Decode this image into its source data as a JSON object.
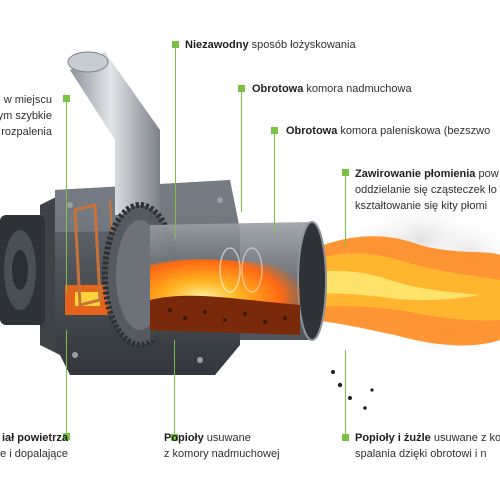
{
  "colors": {
    "accent_green": "#7ac143",
    "metal_dark": "#4a4f55",
    "metal_light": "#b9bec4",
    "flame_orange": "#ff7a1a",
    "flame_yellow": "#ffd23a"
  },
  "labels": {
    "top_left": {
      "lines": [
        "w miejscu",
        "ym szybkie",
        "rozpalenia"
      ]
    },
    "bearing": {
      "bold": "Niezawodny",
      "rest": " sposób łożyskowania"
    },
    "blower_chamber": {
      "bold": "Obrotowa",
      "rest": " komora nadmuchowa"
    },
    "furnace_chamber": {
      "bold": "Obrotowa",
      "rest": " komora paleniskowa (bezszwo"
    },
    "swirl": {
      "bold": "Zawirowanie płomienia",
      "rest": " pow",
      "line2": "oddzielanie się cząsteczek lo",
      "line3": "kształtowanie się kity płomi"
    },
    "air_split": {
      "bold": "iał powietrza",
      "line2": "e i dopalające"
    },
    "ash_blower": {
      "bold": "Popioły",
      "rest": " usuwane",
      "line2": "z komory nadmuchowej"
    },
    "ash_slag": {
      "bold": "Popioły i żużle",
      "rest": " usuwane z ko",
      "line2": "spalania dzięki obrotowi i n"
    }
  }
}
